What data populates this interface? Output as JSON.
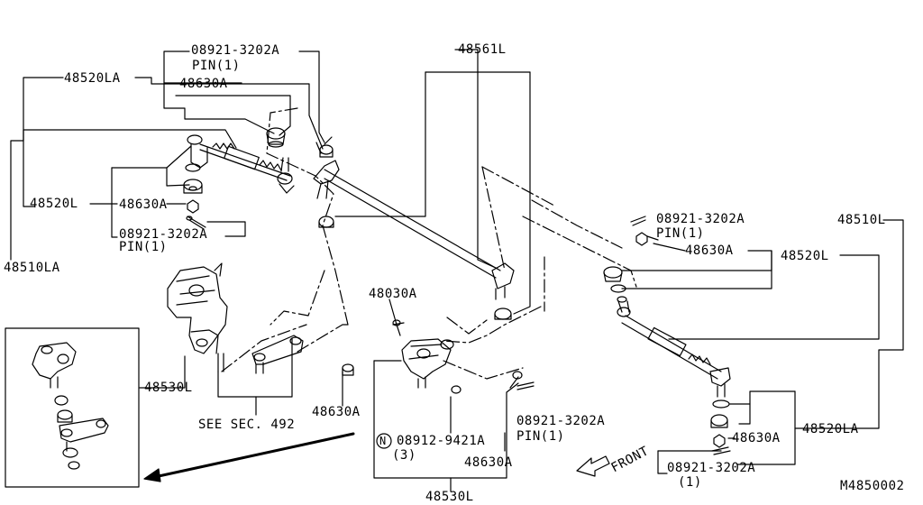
{
  "labels": {
    "l_08921_3202A_top": "08921-3202A",
    "l_pin1_top": "PIN(1)",
    "l_48520LA_top": "48520LA",
    "l_48630A_top": "48630A",
    "l_48561L": "48561L",
    "l_48520L_left": "48520L",
    "l_48630A_left": "48630A",
    "l_08921_3202A_left": "08921-3202A",
    "l_pin1_left": "PIN(1)",
    "l_48510LA": "48510LA",
    "l_48030A": "48030A",
    "l_48530L_left": "48530L",
    "l_see_sec": "SEE SEC. 492",
    "l_48630A_mid": "48630A",
    "l_08912_9421A": "08912-9421A",
    "l_qty3": "(3)",
    "l_08921_3202A_mid": "08921-3202A",
    "l_pin1_mid": "PIN(1)",
    "l_48630A_bottom": "48630A",
    "l_48530L_bottom": "48530L",
    "l_08921_3202A_right": "08921-3202A",
    "l_pin1_right": "PIN(1)",
    "l_48630A_right": "48630A",
    "l_48520L_right": "48520L",
    "l_48510L": "48510L",
    "l_48520LA_right": "48520LA",
    "l_48630A_right_low": "48630A",
    "l_08921_3202A_bottom_right": "08921-3202A",
    "l_qty1": "(1)",
    "l_front": "FRONT",
    "l_diagram_code": "M4850002",
    "l_N": "N"
  }
}
